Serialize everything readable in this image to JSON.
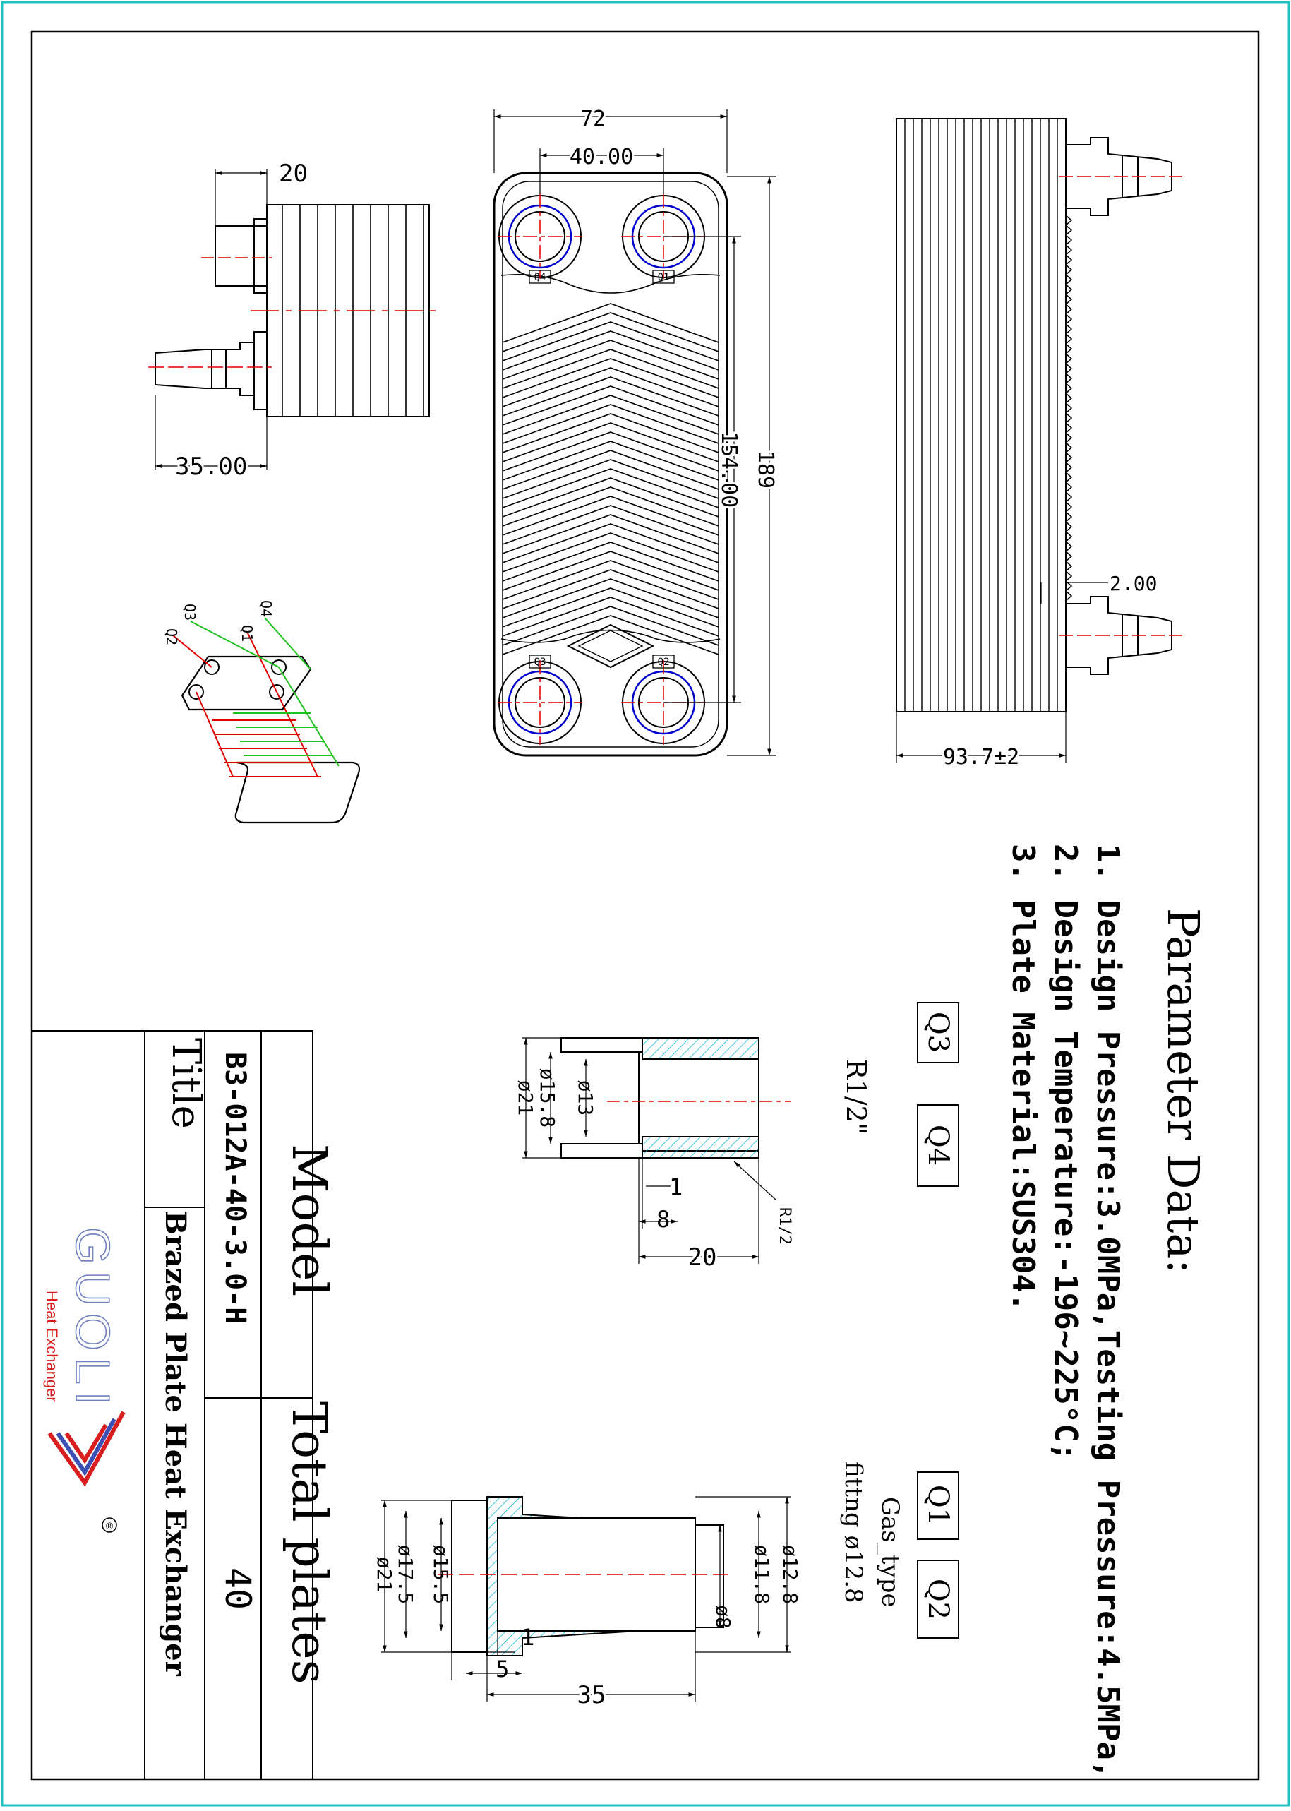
{
  "parameters": {
    "heading": "Parameter Data:",
    "items": [
      "1. Design Pressure:3.0MPa,Testing Pressure:4.5MPa,",
      "2. Design Temperature:-196~225°C;",
      "3. Plate Material:SUS304."
    ]
  },
  "title_block": {
    "title_label": "Title",
    "title_value": "Brazed Plate Heat Exchanger",
    "model_label": "Model",
    "model_value": "B3-012A-40-3.0-H",
    "plates_label": "Total plates",
    "plates_value": "40"
  },
  "logo": {
    "brand": "GUOLI",
    "subtitle": "Heat Exchanger",
    "registered": "®"
  },
  "port_labels": {
    "q1": "Q1",
    "q2": "Q2",
    "q3": "Q3",
    "q4": "Q4",
    "thread_note": "R1/2\"",
    "gas_line1": "Gas_type",
    "gas_line2": "fittng ø12.8"
  },
  "front_dims": {
    "width": "72",
    "port_spacing_h": "40.00",
    "port_spacing_v": "154.00",
    "height": "189"
  },
  "side_dims": {
    "thickness": "93.7±2",
    "plate_gap": "2.00"
  },
  "top_dims": {
    "depth_top": "20",
    "depth_bottom": "35.00"
  },
  "threaded_fitting": {
    "d_outer": "ø21",
    "d_mid": "ø15.8",
    "d_inner": "ø13",
    "step1": "1",
    "step8": "8",
    "length": "20",
    "thread": "R1/2"
  },
  "gas_fitting": {
    "d21": "ø21",
    "d175": "ø17.5",
    "d155": "ø15.5",
    "d128": "ø12.8",
    "d118": "ø11.8",
    "d8": "ø8",
    "step1": "1",
    "step5": "5",
    "length": "35"
  },
  "iso_labels": {
    "q1": "Q1",
    "q2": "Q2",
    "q3": "Q3",
    "q4": "Q4"
  },
  "colors": {
    "centerline": "#e00000",
    "port_ring": "#0000cc",
    "hatch": "#00b4d8",
    "logo_blue": "#6f7fc0",
    "logo_red": "#d81e1e"
  }
}
